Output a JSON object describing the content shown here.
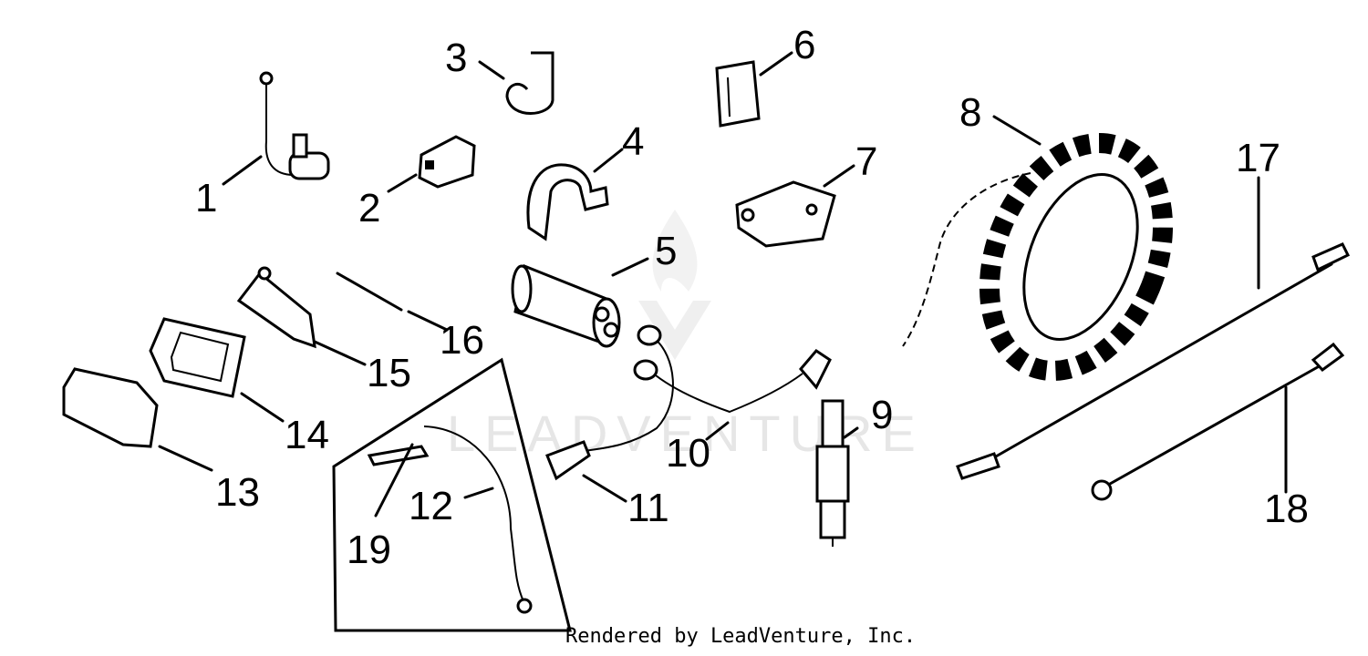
{
  "callouts": [
    "1",
    "2",
    "3",
    "4",
    "5",
    "6",
    "7",
    "8",
    "9",
    "10",
    "11",
    "12",
    "13",
    "14",
    "15",
    "16",
    "17",
    "18",
    "19"
  ],
  "watermark": "LEADVENTURE",
  "credit": "Rendered by LeadVenture, Inc."
}
